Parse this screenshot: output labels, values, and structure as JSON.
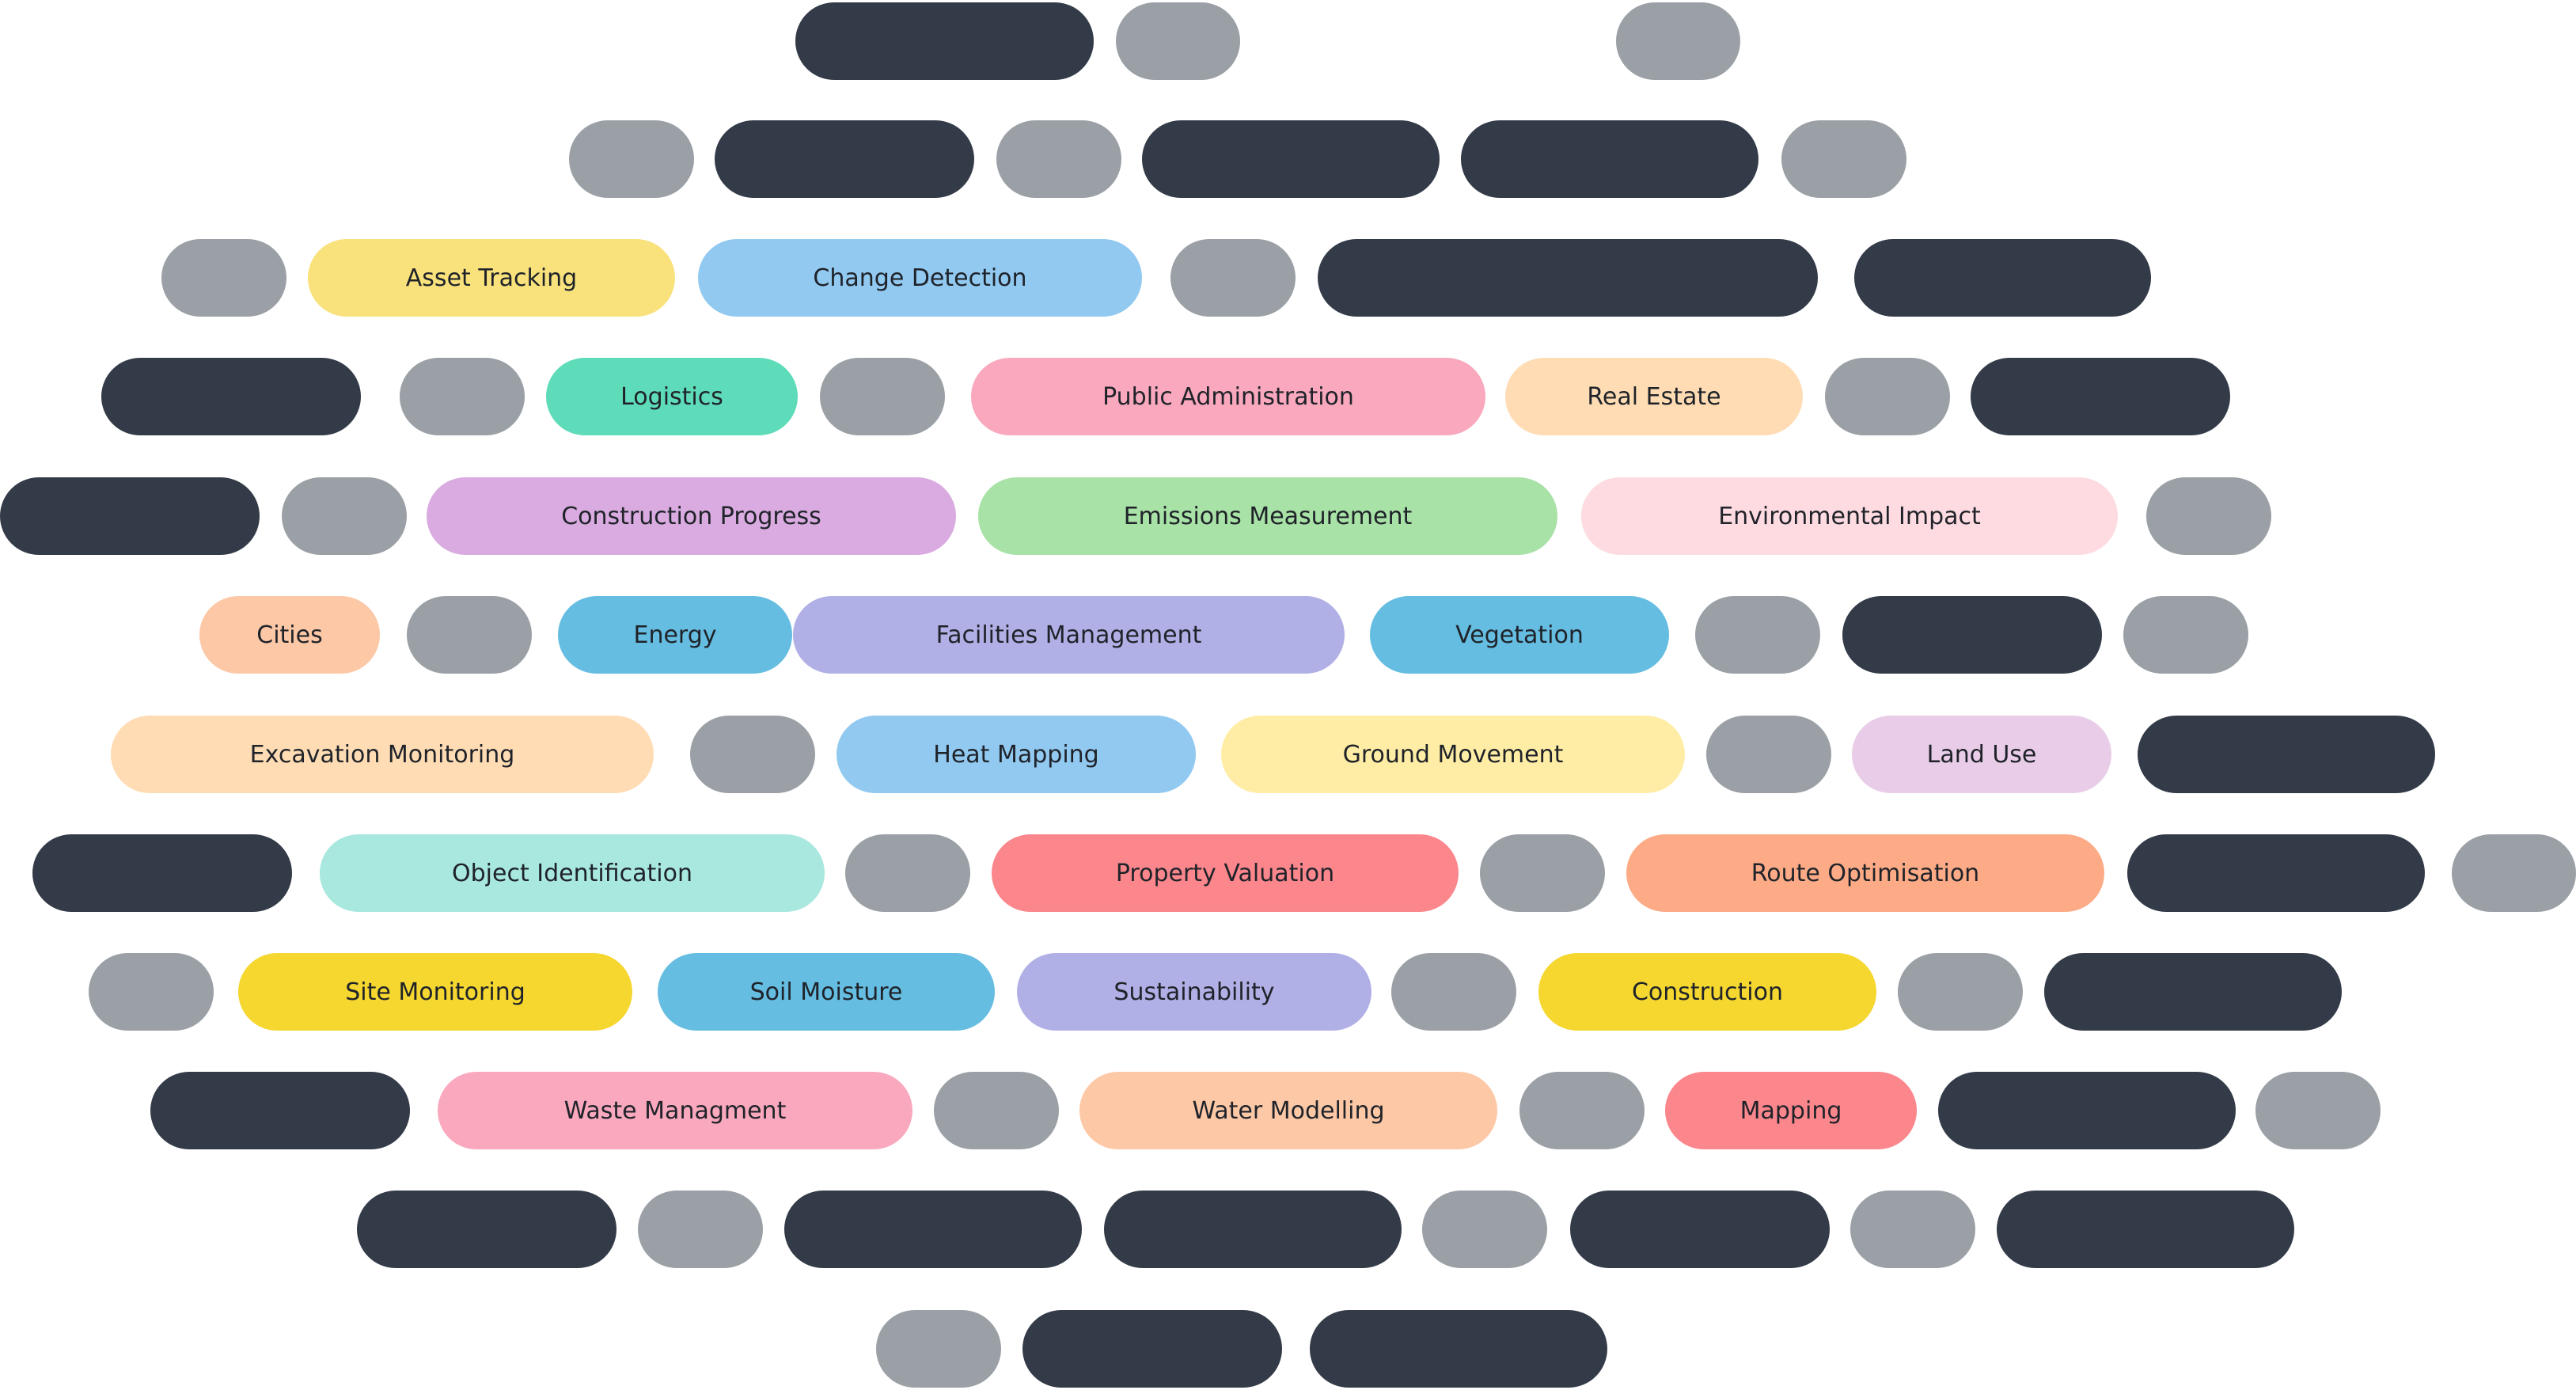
{
  "colors": {
    "dark": "#343b48",
    "grey": "#9aa0a6"
  },
  "rows": [
    [
      {
        "kind": "dark"
      },
      {
        "kind": "grey"
      },
      {
        "kind": "grey"
      }
    ],
    [
      {
        "kind": "grey"
      },
      {
        "kind": "dark"
      },
      {
        "kind": "grey"
      },
      {
        "kind": "dark"
      },
      {
        "kind": "dark"
      },
      {
        "kind": "grey"
      }
    ],
    [
      {
        "kind": "grey"
      },
      {
        "kind": "label",
        "text": "Asset Tracking",
        "color": "#f9e27c"
      },
      {
        "kind": "label",
        "text": "Change Detection",
        "color": "#92c9f1"
      },
      {
        "kind": "grey"
      },
      {
        "kind": "dark"
      },
      {
        "kind": "dark"
      }
    ],
    [
      {
        "kind": "dark"
      },
      {
        "kind": "grey"
      },
      {
        "kind": "label",
        "text": "Logistics",
        "color": "#5edbb9"
      },
      {
        "kind": "grey"
      },
      {
        "kind": "label",
        "text": "Public Administration",
        "color": "#f9a8bd"
      },
      {
        "kind": "label",
        "text": "Real Estate",
        "color": "#ffdcb4"
      },
      {
        "kind": "grey"
      },
      {
        "kind": "dark"
      }
    ],
    [
      {
        "kind": "dark"
      },
      {
        "kind": "grey"
      },
      {
        "kind": "label",
        "text": "Construction Progress",
        "color": "#d9abe0"
      },
      {
        "kind": "label",
        "text": "Emissions Measurement",
        "color": "#a8e2a6"
      },
      {
        "kind": "label",
        "text": "Environmental Impact",
        "color": "#fddbe1"
      },
      {
        "kind": "grey"
      }
    ],
    [
      {
        "kind": "label",
        "text": "Cities",
        "color": "#fdc8a6"
      },
      {
        "kind": "grey"
      },
      {
        "kind": "label",
        "text": "Energy",
        "color": "#65bde1"
      },
      {
        "kind": "label",
        "text": "Facilities Management",
        "color": "#b1b0e6"
      },
      {
        "kind": "label",
        "text": "Vegetation",
        "color": "#65bde1"
      },
      {
        "kind": "grey"
      },
      {
        "kind": "dark"
      },
      {
        "kind": "grey"
      }
    ],
    [
      {
        "kind": "label",
        "text": "Excavation Monitoring",
        "color": "#ffdcb4"
      },
      {
        "kind": "grey"
      },
      {
        "kind": "label",
        "text": "Heat Mapping",
        "color": "#92c9f1"
      },
      {
        "kind": "label",
        "text": "Ground Movement",
        "color": "#ffeda5"
      },
      {
        "kind": "grey"
      },
      {
        "kind": "label",
        "text": "Land Use",
        "color": "#e9cde8"
      },
      {
        "kind": "dark"
      }
    ],
    [
      {
        "kind": "dark"
      },
      {
        "kind": "label",
        "text": "Object Identification",
        "color": "#a8e8de"
      },
      {
        "kind": "grey"
      },
      {
        "kind": "label",
        "text": "Property Valuation",
        "color": "#fb878d"
      },
      {
        "kind": "grey"
      },
      {
        "kind": "label",
        "text": "Route Optimisation",
        "color": "#fdab86"
      },
      {
        "kind": "dark"
      },
      {
        "kind": "grey"
      }
    ],
    [
      {
        "kind": "grey"
      },
      {
        "kind": "label",
        "text": "Site Monitoring",
        "color": "#f5d730"
      },
      {
        "kind": "label",
        "text": "Soil Moisture",
        "color": "#65bde1"
      },
      {
        "kind": "label",
        "text": "Sustainability",
        "color": "#b1b0e6"
      },
      {
        "kind": "grey"
      },
      {
        "kind": "label",
        "text": "Construction",
        "color": "#f5d730"
      },
      {
        "kind": "grey"
      },
      {
        "kind": "dark"
      }
    ],
    [
      {
        "kind": "dark"
      },
      {
        "kind": "label",
        "text": "Waste Managment",
        "color": "#f9a8bd"
      },
      {
        "kind": "grey"
      },
      {
        "kind": "label",
        "text": "Water Modelling",
        "color": "#fdc8a6"
      },
      {
        "kind": "grey"
      },
      {
        "kind": "label",
        "text": "Mapping",
        "color": "#fb878d"
      },
      {
        "kind": "dark"
      },
      {
        "kind": "grey"
      }
    ],
    [
      {
        "kind": "dark"
      },
      {
        "kind": "grey"
      },
      {
        "kind": "dark"
      },
      {
        "kind": "dark"
      },
      {
        "kind": "grey"
      },
      {
        "kind": "dark"
      },
      {
        "kind": "grey"
      },
      {
        "kind": "dark"
      }
    ],
    [
      {
        "kind": "grey"
      },
      {
        "kind": "dark"
      },
      {
        "kind": "dark"
      }
    ]
  ]
}
